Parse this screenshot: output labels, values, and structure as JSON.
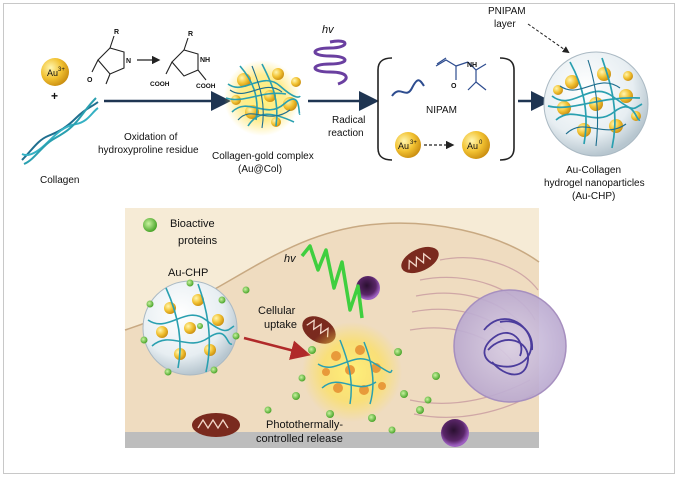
{
  "top": {
    "au3_label": "Au",
    "au3_sup": "3+",
    "plus": "+",
    "collagen_label": "Collagen",
    "oxidation_line1": "Oxidation of",
    "oxidation_line2": "hydroxyproline residue",
    "mol_r1": "R",
    "mol_r2": "R",
    "mol_nh": "NH",
    "mol_n": "N",
    "mol_o": "O",
    "mol_cooh1": "COOH",
    "mol_cooh2": "COOH",
    "complex_line1": "Collagen-gold complex",
    "complex_line2": "(Au@Col)",
    "hv": "hv",
    "radical_line1": "Radical",
    "radical_line2": "reaction",
    "nipam_label": "NIPAM",
    "nipam_o": "O",
    "nipam_nh": "NH",
    "au3_box": "Au",
    "au3_box_sup": "3+",
    "au0_box": "Au",
    "au0_box_sup": "0",
    "pnipam_line1": "PNIPAM",
    "pnipam_line2": "layer",
    "product_line1": "Au-Collagen",
    "product_line2": "hydrogel nanoparticles",
    "product_line3": "(Au-CHP)"
  },
  "bottom": {
    "bioactive_line1": "Bioactive",
    "bioactive_line2": "proteins",
    "auchp": "Au-CHP",
    "hv": "hv",
    "cellular_line1": "Cellular",
    "cellular_line2": "uptake",
    "photo_line1": "Photothermally-",
    "photo_line2": "controlled release"
  },
  "colors": {
    "gold": "#f2c232",
    "collagen_teal": "#2aa0b0",
    "arrow_navy": "#1f3552",
    "light_purple": "#6a3fa0",
    "laser_green": "#3fcf3f",
    "cell_bg": "#f4e8d2",
    "arrow_red": "#c0392b"
  }
}
